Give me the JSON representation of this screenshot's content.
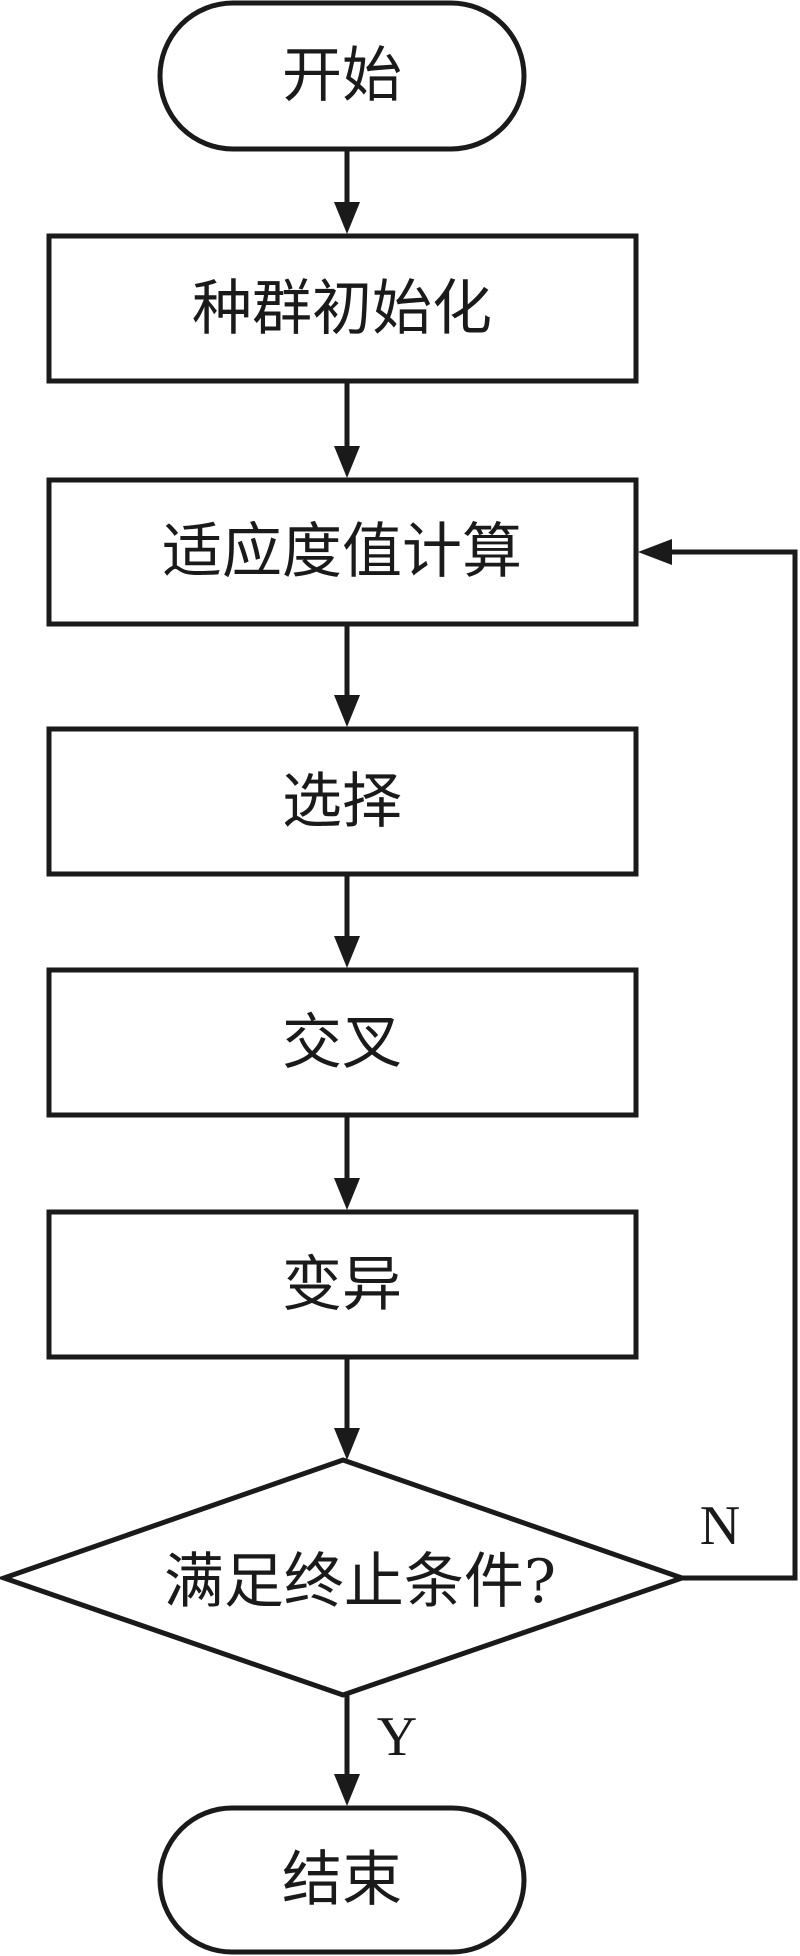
{
  "nodes": {
    "start": "开始",
    "init_population": "种群初始化",
    "fitness_calc": "适应度值计算",
    "selection": "选择",
    "crossover": "交叉",
    "mutation": "变异",
    "termination_check": "满足终止条件?",
    "end": "结束"
  },
  "edges": {
    "no_label": "N",
    "yes_label": "Y"
  },
  "colors": {
    "stroke": "#1a1a1a",
    "background": "#ffffff"
  }
}
